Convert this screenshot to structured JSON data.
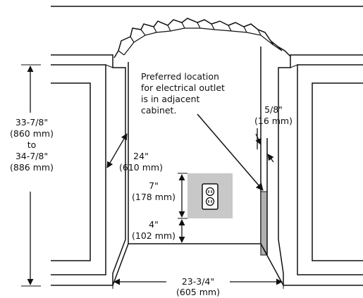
{
  "diagram": {
    "callout": [
      "Preferred location",
      "for electrical outlet",
      "is in adjacent",
      "cabinet."
    ],
    "height_dim": [
      "33-7/8\"",
      "(860 mm)",
      "to",
      "34-7/8\"",
      "(886 mm)"
    ],
    "diagonal_dim": [
      "24\"",
      "(610 mm)"
    ],
    "outlet_height_dim": [
      "7\"",
      "(178 mm)"
    ],
    "outlet_offset_dim": [
      "4\"",
      "(102 mm)"
    ],
    "depth_dim": [
      "5/8\"",
      "(16 mm)"
    ],
    "width_dim": [
      "23-3/4\"",
      "(605 mm)"
    ],
    "colors": {
      "line": "#111111",
      "outlet_plate": "#c8c8c8",
      "shade": "#b0b0b0"
    },
    "icons": [
      "electrical-outlet-icon"
    ]
  }
}
